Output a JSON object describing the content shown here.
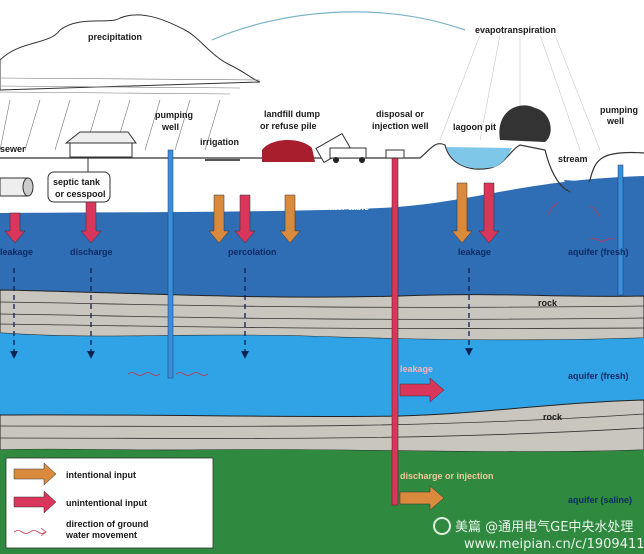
{
  "title": "Sources of groundwater contamination",
  "labels": {
    "precipitation": "precipitation",
    "evapotranspiration": "evapotranspiration",
    "sewer": "sewer",
    "pumping_well_left": [
      "pumping",
      "well"
    ],
    "irrigation": "irrigation",
    "landfill": [
      "landfill dump",
      "or refuse pile"
    ],
    "disposal_well": [
      "disposal or",
      "injection well"
    ],
    "lagoon_pit": "lagoon pit",
    "pumping_well_right": [
      "pumping",
      "well"
    ],
    "stream": "stream",
    "septic_tank": [
      "septic tank",
      "or cesspool"
    ],
    "water_table": "water table",
    "leakage_left": "leakage",
    "discharge": "discharge",
    "percolation": "percolation",
    "leakage_lagoon": "leakage",
    "aquifer_fresh_upper": "aquifer (fresh)",
    "rock_upper": "rock",
    "leakage_well": "leakage",
    "aquifer_fresh_lower": "aquifer (fresh)",
    "rock_lower": "rock",
    "discharge_injection": "discharge or injection",
    "aquifer_saline": "aquifer (saline)"
  },
  "legend": {
    "items": [
      {
        "label": "intentional input",
        "color": "#d98a3c"
      },
      {
        "label": "unintentional input",
        "color": "#d8365a"
      },
      {
        "label_lines": [
          "direction of ground",
          "water movement"
        ],
        "color": "#c0394f"
      }
    ]
  },
  "watermark": {
    "line1": "美篇 @通用电气GE中央水处理",
    "line2": "www.meipian.cn/c/1909411"
  },
  "colors": {
    "upper_aquifer": "#2f6eb5",
    "fresh_aquifer": "#2fa3e6",
    "saline_aquifer": "#2f8a3f",
    "rock": "#c9c6bf",
    "intentional": "#d98a3c",
    "unintentional": "#d8365a"
  }
}
